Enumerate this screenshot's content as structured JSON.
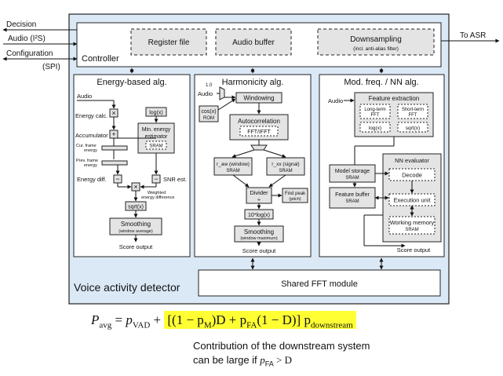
{
  "colors": {
    "vad_bg": "#dbe9f6",
    "block_bg": "#ffffff",
    "inner_bg": "#e4e4e4",
    "highlight": "#ffff33",
    "line": "#111111"
  },
  "io": {
    "decision": "Decision",
    "audio_in": "Audio (I²S)",
    "config": "Configuration",
    "spi": "(SPI)",
    "to_asr": "To ASR"
  },
  "controller": {
    "label": "Controller",
    "register_file": "Register file",
    "audio_buffer": "Audio buffer",
    "downsampling": "Downsampling",
    "downsampling_note": "(incl. anti-alias filter)"
  },
  "energy": {
    "title": "Energy-based alg.",
    "audio": "Audio",
    "energy_calc": "Energy calc.",
    "log": "log(x)",
    "accumulator": "Accumulator",
    "min_energy_1": "Min. energy",
    "min_energy_2": "estimator",
    "sram": "SRAM",
    "cur_frame_1": "Cur. frame",
    "cur_frame_2": "energy",
    "prev_frame_1": "Prev. frame",
    "prev_frame_2": "energy",
    "energy_diff": "Energy diff.",
    "snr_est": "SNR est.",
    "weighted_1": "Weighted",
    "weighted_2": "energy difference",
    "sqrt": "sqrt(x)",
    "smoothing": "Smoothing",
    "smoothing_note": "(window average)",
    "score": "Score output"
  },
  "harmonicity": {
    "title": "Harmonicity alg.",
    "one": "1.0",
    "audio": "Audio",
    "cos": "cos(x)",
    "rom": "ROM",
    "windowing": "Windowing",
    "autocorr": "Autocorrelation",
    "fft_ifft": "FFT/IFFT",
    "r_aw": "r_aw (window)",
    "r_xx": "r_xx (signal)",
    "sram": "SRAM",
    "divider": "Divider",
    "div_sym": "÷",
    "find_peak": "Find peak",
    "pitch": "(pitch)",
    "tenlog": "10*log(x)",
    "smoothing": "Smoothing",
    "smoothing_note": "(window maximum)",
    "score": "Score output"
  },
  "nn": {
    "title": "Mod. freq. / NN alg.",
    "audio": "Audio",
    "feature_extraction": "Feature extraction",
    "long_term": "Long-term",
    "short_term": "Short-term",
    "fft": "FFT",
    "log": "log(x)",
    "sqrt": "sqrt(x)",
    "model_storage": "Model storage",
    "nn_evaluator": "NN evaluator",
    "decode": "Decode",
    "feature_buffer": "Feature buffer",
    "execution_unit": "Execution unit",
    "working_memory": "Working memory",
    "sram": "SRAM",
    "score": "Score output"
  },
  "shared_fft": "Shared FFT module",
  "vad_label": "Voice activity detector",
  "formula": {
    "lhs": "P",
    "lhs_sub": "avg",
    "eq": " = ",
    "p": "p",
    "vad_sub": "VAD",
    "plus": " + ",
    "highlight_expr": "[(1 − p",
    "hl_m_sub": "M",
    "hl_mid": ")D + p",
    "hl_fa_sub": "FA",
    "hl_end": "(1 − D)] p",
    "down_sub": "downstream"
  },
  "note": {
    "line1": "Contribution of the downstream system",
    "line2_pre": "can be large if ",
    "cond_p": "p",
    "cond_sub": "FA",
    "cond_rest": " > D"
  }
}
